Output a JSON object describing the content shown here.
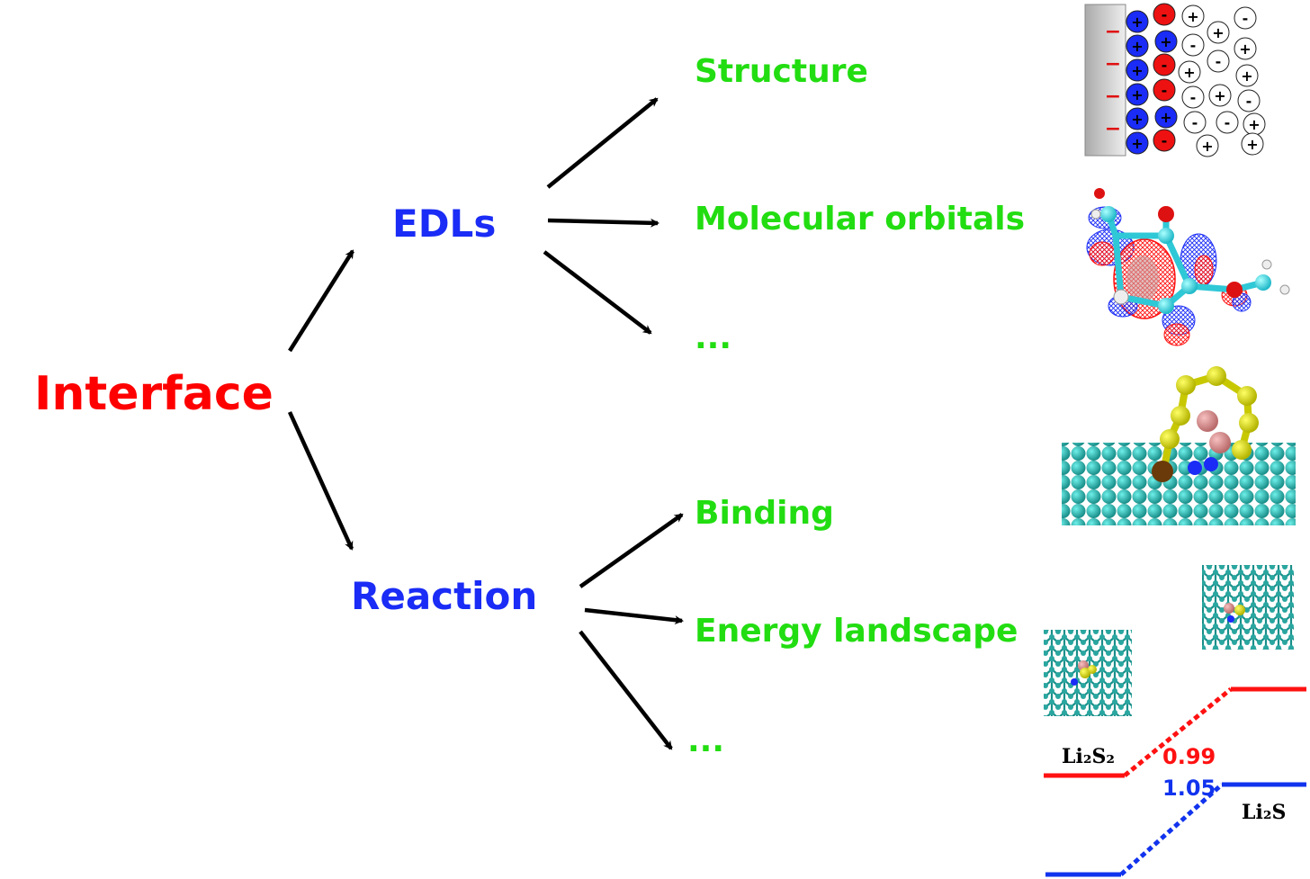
{
  "root_label": "Interface",
  "branches": [
    {
      "label": "EDLs",
      "children": [
        "Structure",
        "Molecular orbitals",
        "..."
      ]
    },
    {
      "label": "Reaction",
      "children": [
        "Binding",
        "Energy landscape",
        "..."
      ]
    }
  ],
  "edl_panel": {
    "surface_charge": "−",
    "cation": "+",
    "anion": "-"
  },
  "energy_panel": {
    "initial_species": "Li₂S₂",
    "final_species": "Li₂S",
    "barrier_red": "0.99",
    "barrier_blue": "1.05"
  },
  "colors": {
    "root": "#ff0000",
    "branch": "#1a2cf5",
    "leaf": "#22dd11",
    "red_path": "#ff1111",
    "blue_path": "#1133ee"
  }
}
